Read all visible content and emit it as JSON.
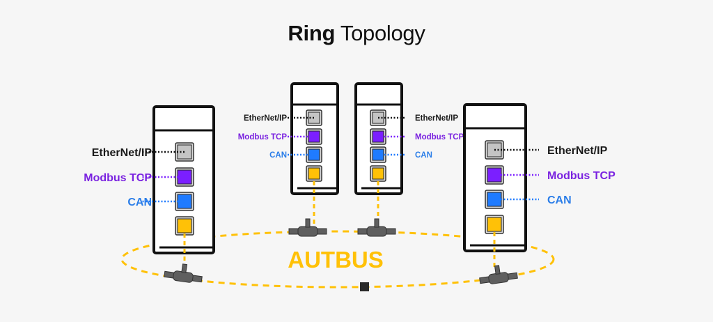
{
  "title": {
    "bold": "Ring",
    "regular": "Topology"
  },
  "bus_label": "AUTBUS",
  "colors": {
    "background": "#f6f6f6",
    "device_outline": "#111111",
    "ethernet_ip": "#c4c4c4",
    "ethernet_ip_text": "#1a1a1a",
    "modbus_tcp": "#7b1fff",
    "modbus_tcp_text": "#7a22e0",
    "can": "#1f7bff",
    "can_text": "#2a7de8",
    "autbus": "#ffc107",
    "connector": "#5f5f5f",
    "terminator": "#2a2a2a"
  },
  "devices": [
    {
      "id": "device-1",
      "ports": [
        {
          "protocol": "EtherNet/IP",
          "kind": "ethernet_ip"
        },
        {
          "protocol": "Modbus TCP",
          "kind": "modbus_tcp"
        },
        {
          "protocol": "CAN",
          "kind": "can"
        },
        {
          "protocol": "",
          "kind": "autbus"
        }
      ],
      "label_side": "left"
    },
    {
      "id": "device-2",
      "ports": [
        {
          "protocol": "EtherNet/IP",
          "kind": "ethernet_ip"
        },
        {
          "protocol": "Modbus TCP",
          "kind": "modbus_tcp"
        },
        {
          "protocol": "CAN",
          "kind": "can"
        },
        {
          "protocol": "",
          "kind": "autbus"
        }
      ],
      "label_side": "left"
    },
    {
      "id": "device-3",
      "ports": [
        {
          "protocol": "EtherNet/IP",
          "kind": "ethernet_ip"
        },
        {
          "protocol": "Modbus TCP",
          "kind": "modbus_tcp"
        },
        {
          "protocol": "CAN",
          "kind": "can"
        },
        {
          "protocol": "",
          "kind": "autbus"
        }
      ],
      "label_side": "right"
    },
    {
      "id": "device-4",
      "ports": [
        {
          "protocol": "EtherNet/IP",
          "kind": "ethernet_ip"
        },
        {
          "protocol": "Modbus TCP",
          "kind": "modbus_tcp"
        },
        {
          "protocol": "CAN",
          "kind": "can"
        },
        {
          "protocol": "",
          "kind": "autbus"
        }
      ],
      "label_side": "right"
    }
  ],
  "labels": {
    "ethernet_ip": "EtherNet/IP",
    "modbus_tcp": "Modbus TCP",
    "can": "CAN"
  }
}
